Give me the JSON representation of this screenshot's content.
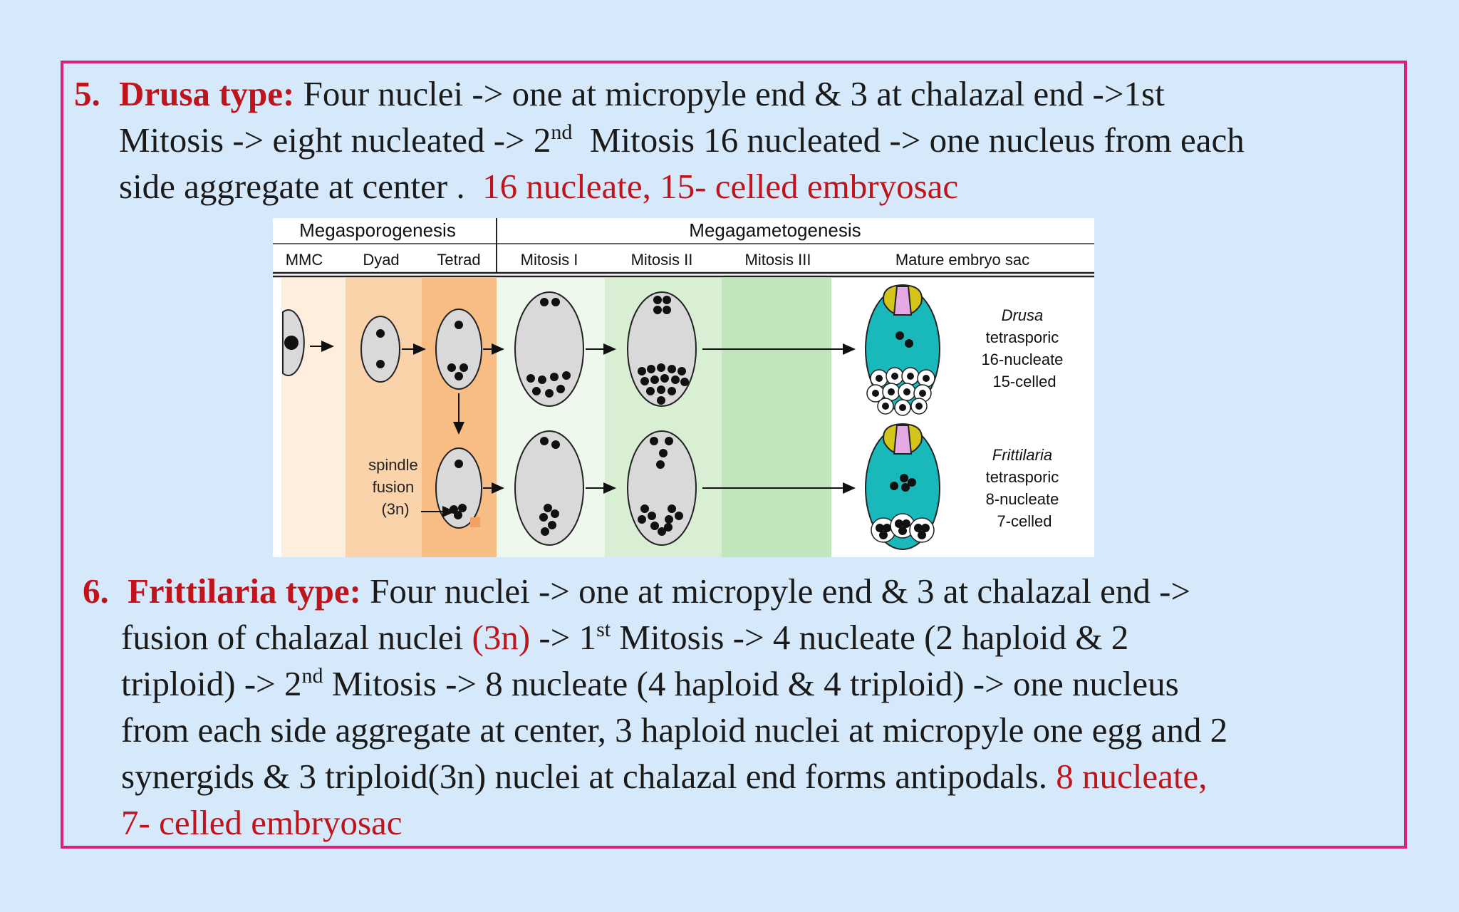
{
  "item5": {
    "number": "5.",
    "title": "Drusa type:",
    "line1": "Four nuclei -> one at micropyle end & 3 at chalazal end ->1st",
    "line2a": "Mitosis -> eight nucleated -> 2",
    "line2sup": "nd",
    "line2b": "Mitosis 16 nucleated -> one nucleus from each",
    "line3": "side aggregate at center .",
    "highlight": "16 nucleate, 15- celled embryosac"
  },
  "figure": {
    "header_left": "Megasporogenesis",
    "header_right": "Megagametogenesis",
    "stages": [
      "MMC",
      "Dyad",
      "Tetrad",
      "Mitosis I",
      "Mitosis II",
      "Mitosis III",
      "Mature embryo sac"
    ],
    "spindle_label": [
      "spindle",
      "fusion",
      "(3n)"
    ],
    "drusa_label": [
      "Drusa",
      "tetrasporic",
      "16-nucleate",
      "15-celled"
    ],
    "frittilaria_label": [
      "Frittilaria",
      "tetrasporic",
      "8-nucleate",
      "7-celled"
    ],
    "colors": {
      "mmc_column": "#fdeedd",
      "dyad_column": "#fbd3ab",
      "tetrad_column": "#f8bd85",
      "mitosis1_column": "#eef8ec",
      "mitosis2_column": "#d8efd3",
      "mitosis3_column": "#c2e6bc",
      "embryo_sac": "#19b8bb",
      "egg_apparatus": "#d3c51a",
      "egg_cell": "#e6a8e2"
    }
  },
  "item6": {
    "number": "6.",
    "title": "Frittilaria type:",
    "line1": "Four nuclei -> one at micropyle end & 3 at chalazal end ->",
    "line2a": "fusion of chalazal nuclei",
    "line2red": "(3n)",
    "line2b": "-> 1",
    "line2sup": "st",
    "line2c": "Mitosis -> 4 nucleate (2 haploid & 2",
    "line3a": "triploid) -> 2",
    "line3sup": "nd",
    "line3b": "Mitosis -> 8 nucleate (4 haploid & 4 triploid) -> one nucleus",
    "line4": "from each side aggregate at center, 3 haploid nuclei at micropyle one egg and 2",
    "line5": "synergids & 3 triploid(3n) nuclei at chalazal end forms antipodals.",
    "line5red": "8 nucleate,",
    "line6red": "7- celled embryosac"
  }
}
